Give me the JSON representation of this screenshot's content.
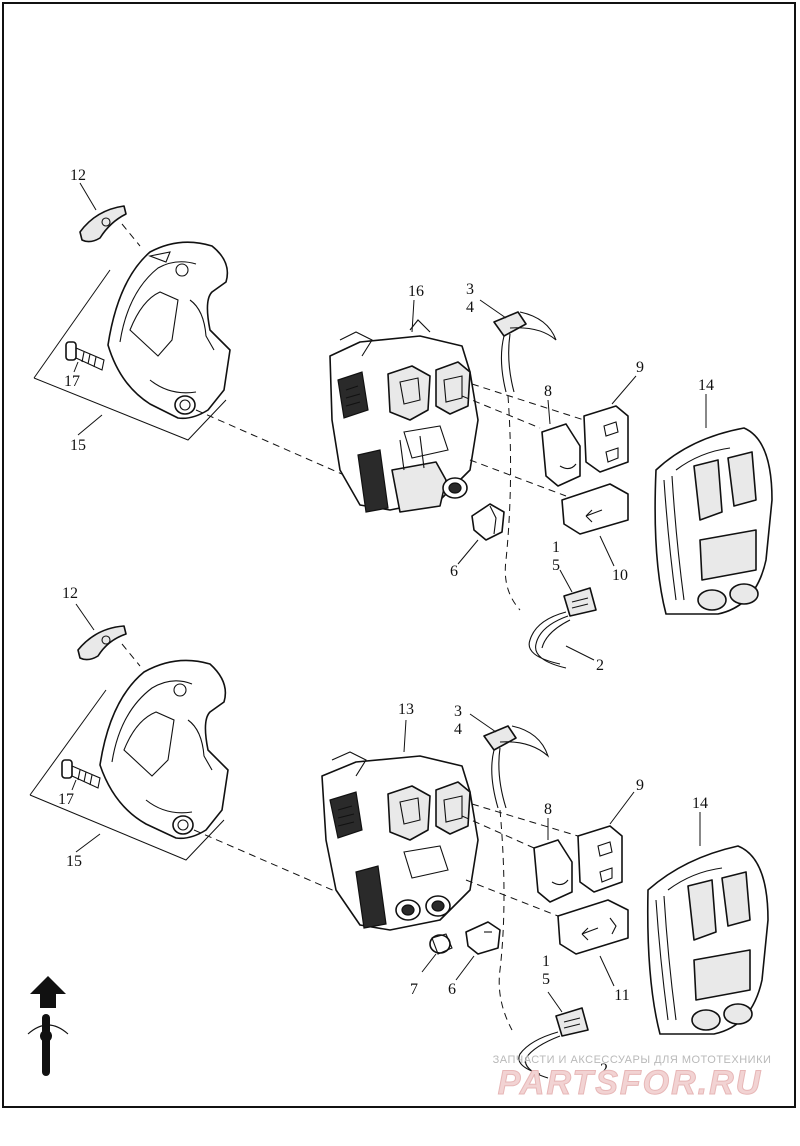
{
  "diagram": {
    "title": "",
    "callouts": [
      "12",
      "16",
      "3",
      "4",
      "9",
      "8",
      "14",
      "17",
      "15",
      "6",
      "1",
      "5",
      "10",
      "2",
      "12",
      "13",
      "3",
      "4",
      "9",
      "8",
      "14",
      "17",
      "15",
      "7",
      "6",
      "1",
      "5",
      "11",
      "2"
    ],
    "upper_assembly": [
      "12",
      "16",
      "3",
      "4",
      "9",
      "8",
      "14",
      "17",
      "15",
      "6",
      "1",
      "5",
      "10",
      "2"
    ],
    "lower_assembly": [
      "12",
      "13",
      "3",
      "4",
      "9",
      "8",
      "14",
      "17",
      "15",
      "7",
      "6",
      "1",
      "5",
      "11",
      "2"
    ]
  },
  "watermark": {
    "tagline": "ЗАПЧАСТИ И АКСЕССУАРЫ ДЛЯ МОТОТЕХНИКИ",
    "brand": "PARTSFOR.RU"
  },
  "icons": {
    "orientation": "front-arrow-motorcycle-icon"
  }
}
